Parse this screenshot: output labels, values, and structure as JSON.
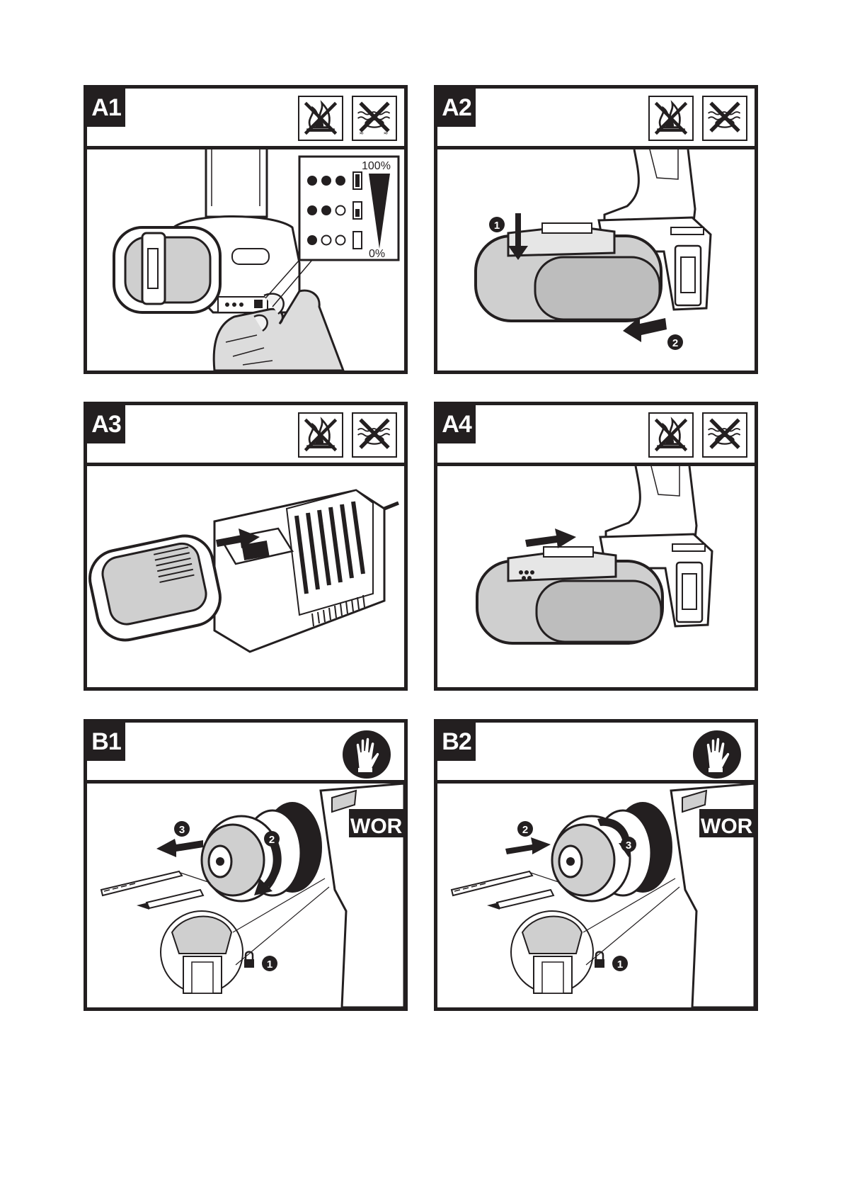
{
  "panels": {
    "a1": {
      "label": "A1"
    },
    "a2": {
      "label": "A2"
    },
    "a3": {
      "label": "A3"
    },
    "a4": {
      "label": "A4"
    },
    "b1": {
      "label": "B1"
    },
    "b2": {
      "label": "B2"
    }
  },
  "battery_indicator": {
    "max_label": "100%",
    "min_label": "0%",
    "levels": [
      3,
      2,
      1
    ]
  },
  "brand_mark": "WOR",
  "step_numbers": {
    "a2": [
      "1",
      "2"
    ],
    "b1": [
      "1",
      "2",
      "3"
    ],
    "b2": [
      "1",
      "2",
      "3"
    ]
  },
  "icons": {
    "header_warnings": [
      "no-fire-icon",
      "no-water-icon"
    ],
    "header_ppe": "gloves-icon"
  }
}
